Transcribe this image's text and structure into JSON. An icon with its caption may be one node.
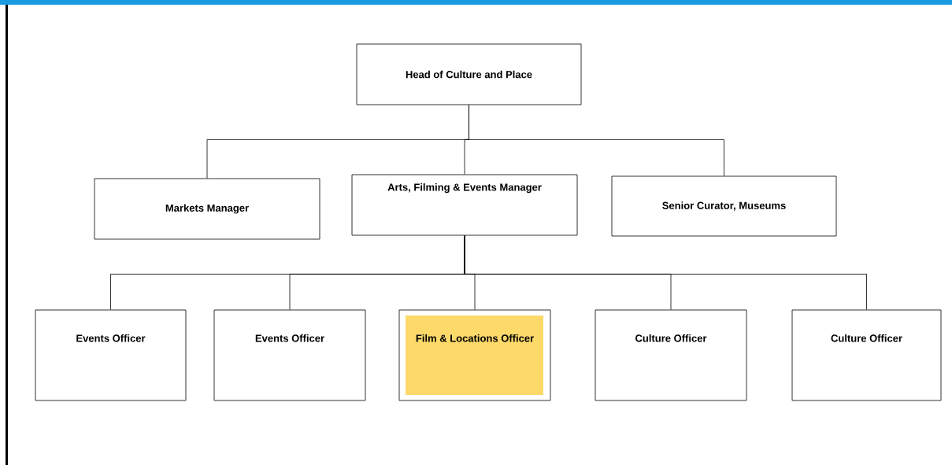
{
  "diagram": {
    "nodes": [
      {
        "text": [
          "Head of Culture and Place"
        ]
      },
      {
        "text": [
          "Markets Manager"
        ]
      },
      {
        "text": [
          "Arts, Filming & Events Manager"
        ]
      },
      {
        "text": [
          "Senior Curator, Museums"
        ]
      },
      {
        "text": [
          "Events Officer"
        ]
      },
      {
        "text": [
          "Events Officer"
        ]
      },
      {
        "text": [
          "Film & Locations Officer"
        ]
      },
      {
        "text": [
          "Culture Officer"
        ]
      },
      {
        "text": [
          "Culture Officer"
        ]
      }
    ],
    "edges": [
      {
        "from": 0,
        "to": 1,
        "arrow": "none"
      },
      {
        "from": 0,
        "to": 2,
        "arrow": "none"
      },
      {
        "from": 0,
        "to": 3,
        "arrow": "none"
      },
      {
        "from": 2,
        "to": 4,
        "arrow": "none"
      },
      {
        "from": 2,
        "to": 5,
        "arrow": "none"
      },
      {
        "from": 2,
        "to": 6,
        "arrow": "none"
      },
      {
        "from": 2,
        "to": 7,
        "arrow": "none"
      },
      {
        "from": 2,
        "to": 8,
        "arrow": "none"
      }
    ]
  }
}
